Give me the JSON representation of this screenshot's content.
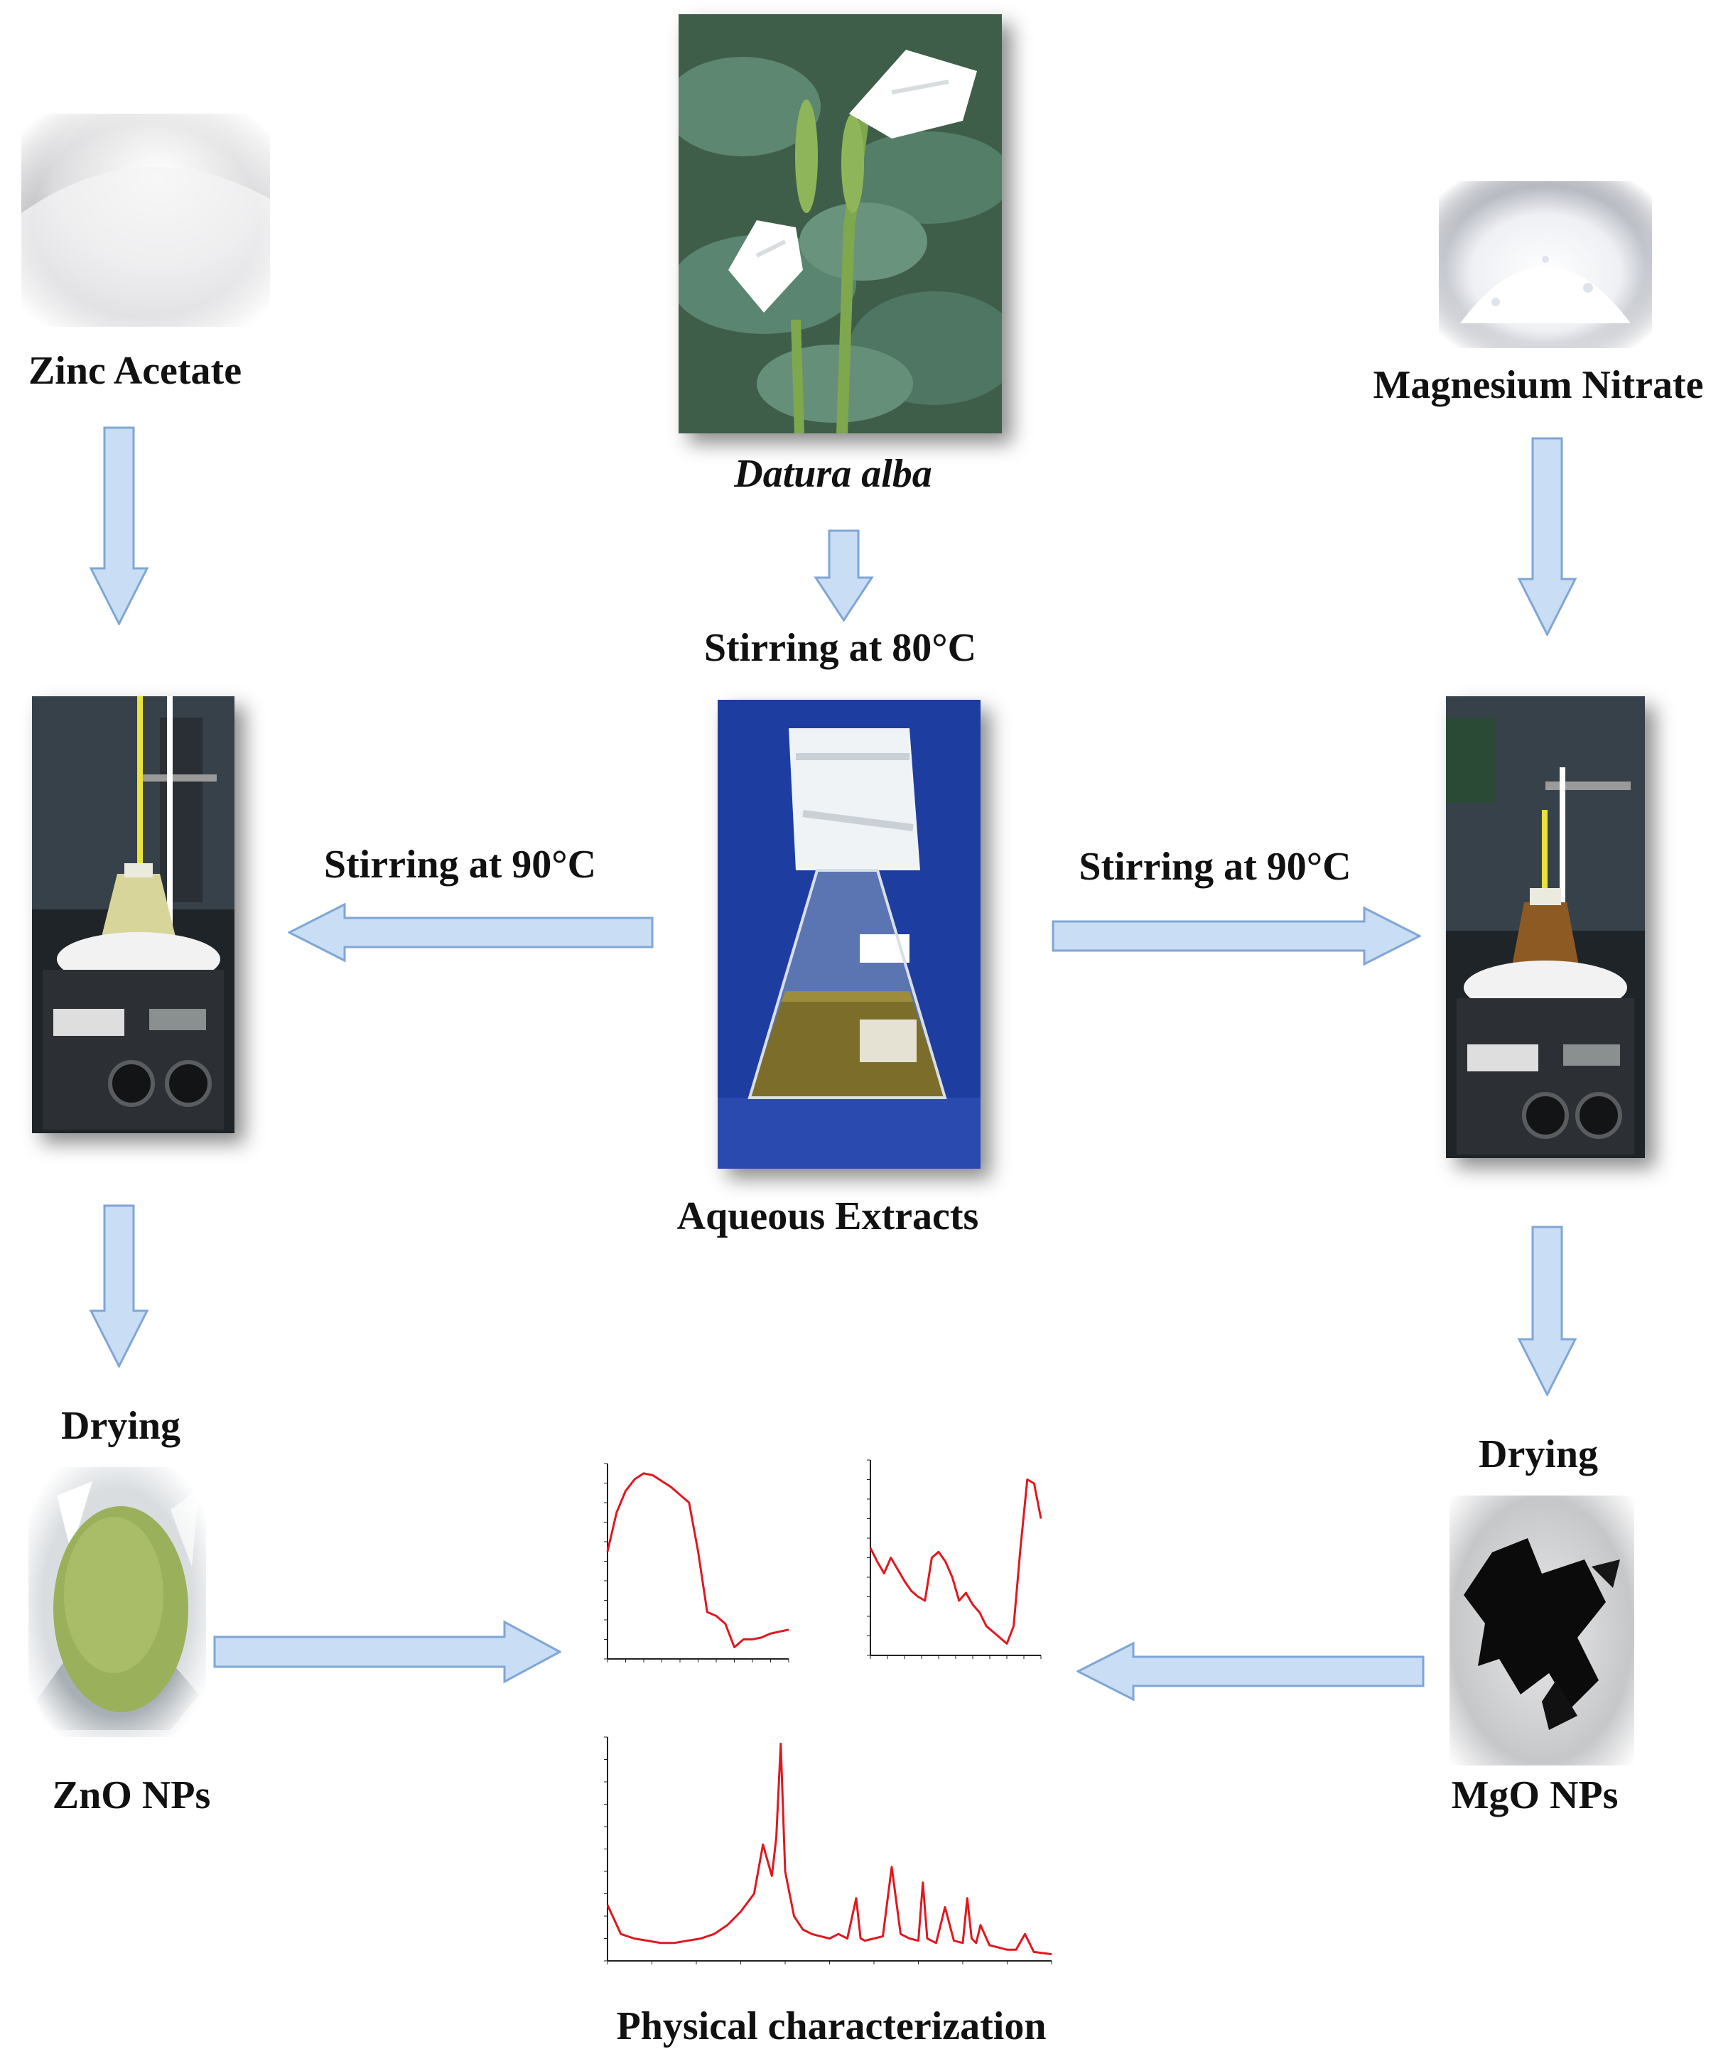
{
  "labels": {
    "zinc_acetate": "Zinc Acetate",
    "datura_alba": "Datura alba",
    "magnesium_nitrate": "Magnesium Nitrate",
    "stirring_80": "Stirring  at 80°C",
    "stirring_90_left": "Stirring  at 90°C",
    "stirring_90_right": "Stirring  at 90°C",
    "aqueous_extracts": "Aqueous Extracts",
    "drying_left": "Drying",
    "drying_right": "Drying",
    "zno_nps": "ZnO  NPs",
    "mgo_nps": "MgO NPs",
    "physical_characterization": "Physical   characterization"
  },
  "colors": {
    "arrow_fill": "#c9ddf5",
    "arrow_stroke": "#7fa6d6",
    "plot_line": "#e0181f",
    "text": "#111111"
  },
  "icons": {
    "zinc_acetate_photo": "white-powder",
    "datura_photo": "white-trumpet-flowers",
    "magnesium_nitrate_photo": "white-crystals",
    "extract_photo": "erlenmeyer-flask-brown-liquid",
    "hotplate_left_photo": "magnetic-stirrer-yellow-solution",
    "hotplate_right_photo": "magnetic-stirrer-brown-solution",
    "zno_photo": "green-powder-on-foil",
    "mgo_photo": "black-flakes"
  },
  "chart_data": [
    {
      "type": "line",
      "series": [
        {
          "x": [
            0,
            5,
            10,
            15,
            20,
            25,
            30,
            35,
            40,
            45,
            50,
            55,
            60,
            65,
            70,
            75,
            80,
            85,
            90,
            95,
            100
          ],
          "values": [
            55,
            75,
            86,
            92,
            95,
            94,
            91,
            88,
            84,
            80,
            55,
            24,
            22,
            18,
            6,
            10,
            10,
            11,
            13,
            14,
            15
          ]
        }
      ],
      "ylim": [
        0,
        100
      ],
      "xlim": [
        0,
        100
      ]
    },
    {
      "type": "line",
      "series": [
        {
          "x": [
            0,
            4,
            8,
            12,
            16,
            20,
            24,
            28,
            32,
            36,
            40,
            44,
            48,
            52,
            56,
            60,
            64,
            68,
            72,
            76,
            80,
            84,
            88,
            92,
            96,
            100
          ],
          "values": [
            55,
            48,
            42,
            50,
            44,
            38,
            33,
            30,
            28,
            50,
            53,
            48,
            40,
            28,
            32,
            26,
            22,
            15,
            12,
            9,
            6,
            15,
            55,
            90,
            88,
            70
          ]
        }
      ],
      "ylim": [
        0,
        100
      ],
      "xlim": [
        0,
        100
      ]
    },
    {
      "type": "line",
      "series": [
        {
          "x": [
            0,
            3,
            6,
            9,
            12,
            15,
            18,
            21,
            24,
            27,
            30,
            33,
            35,
            36,
            37,
            38,
            39,
            40,
            42,
            44,
            46,
            48,
            50,
            52,
            54,
            56,
            57,
            58,
            60,
            62,
            64,
            66,
            68,
            70,
            71,
            72,
            74,
            76,
            78,
            80,
            81,
            82,
            83,
            84,
            86,
            88,
            90,
            92,
            94,
            96,
            100
          ],
          "values": [
            25,
            12,
            10,
            9,
            8,
            8,
            9,
            10,
            12,
            16,
            22,
            30,
            52,
            45,
            38,
            55,
            97,
            40,
            20,
            14,
            12,
            11,
            10,
            12,
            10,
            28,
            10,
            9,
            10,
            11,
            42,
            12,
            10,
            9,
            35,
            10,
            8,
            24,
            9,
            8,
            28,
            10,
            8,
            16,
            7,
            6,
            5,
            5,
            12,
            4,
            3
          ]
        }
      ],
      "ylim": [
        0,
        100
      ],
      "xlim": [
        0,
        100
      ]
    }
  ]
}
